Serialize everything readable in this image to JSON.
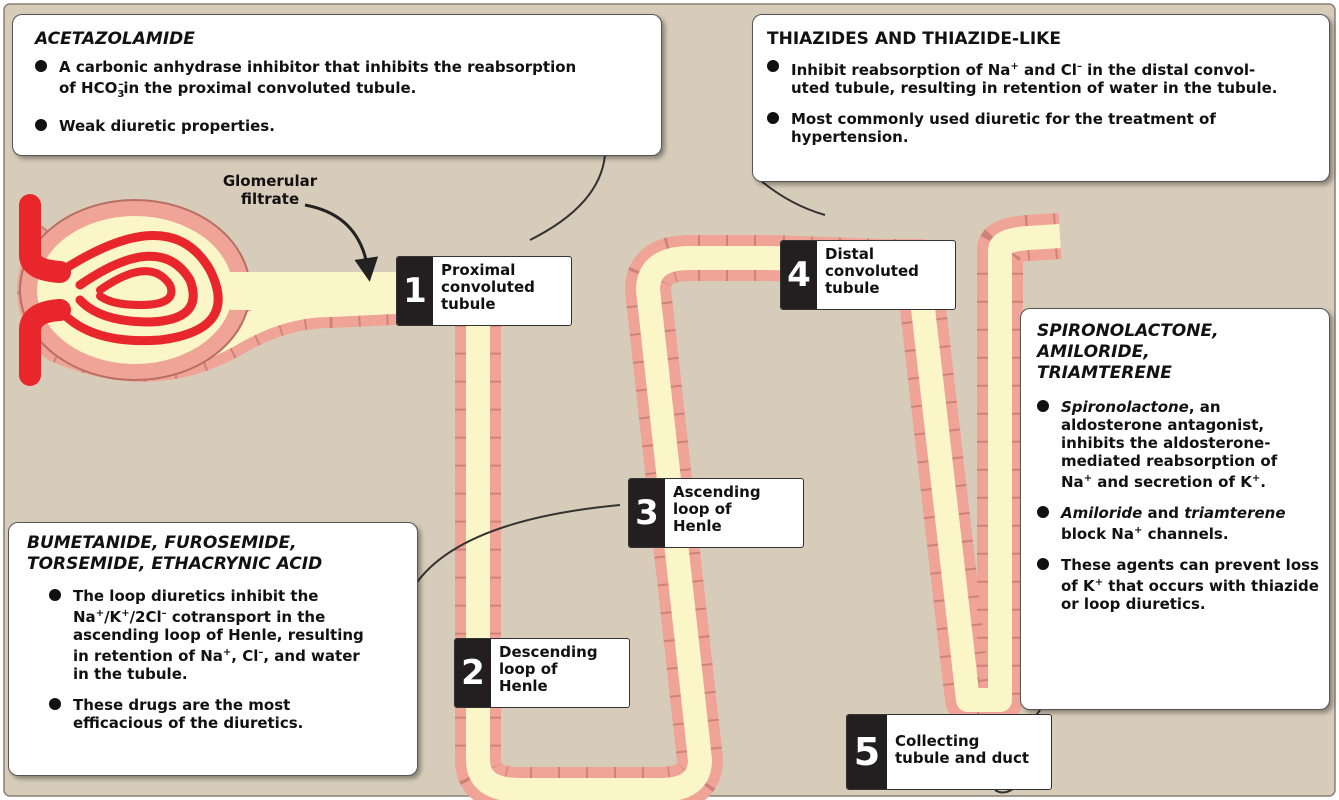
{
  "glomerular_label": [
    "Glomerular",
    "filtrate"
  ],
  "segments": [
    {
      "number": "1",
      "lines": [
        "Proximal",
        "convoluted",
        "tubule"
      ]
    },
    {
      "number": "2",
      "lines": [
        "Descending",
        "loop of",
        "Henle"
      ]
    },
    {
      "number": "3",
      "lines": [
        "Ascending",
        "loop of",
        "Henle"
      ]
    },
    {
      "number": "4",
      "lines": [
        "Distal",
        "convoluted",
        "tubule"
      ]
    },
    {
      "number": "5",
      "lines": [
        "Collecting",
        "tubule and duct"
      ]
    }
  ],
  "callouts": {
    "acetazolamide": {
      "title": "ACETAZOLAMIDE",
      "bullet1": {
        "a": "A carbonic anhydrase inhibitor that inhibits the reabsorption",
        "b": "of HCO",
        "sub": "3",
        "sup": "–",
        "c": "in the proximal convoluted tubule."
      },
      "bullet2": "Weak diuretic properties."
    },
    "thiazides": {
      "title": "THIAZIDES AND THIAZIDE-LIKE",
      "bullet1": {
        "a": "Inhibit reabsorption of Na",
        "sup1": "+",
        "b": " and Cl",
        "sup2": "–",
        "c": " in the distal convol-",
        "d": "uted tubule, resulting in retention of water in the tubule."
      },
      "bullet2": "Most commonly used diuretic for the treatment of hypertension."
    },
    "loop": {
      "title_lines": [
        "BUMETANIDE, FUROSEMIDE,",
        "TORSEMIDE, ETHACRYNIC ACID"
      ],
      "bullet1": {
        "a": "The loop diuretics inhibit the",
        "b": "Na",
        "s1": "+",
        "c": "/K",
        "s2": "+",
        "d": "/2Cl",
        "s3": "–",
        "e": "  cotransport in the",
        "f": "ascending loop of Henle, resulting",
        "g": "in retention of Na",
        "s4": "+",
        "h": ", Cl",
        "s5": "–",
        "i": ", and water",
        "j": "in the tubule."
      },
      "bullet2": "These drugs are the most efficacious of the diuretics."
    },
    "spironolactone": {
      "title_lines": [
        "SPIRONOLACTONE,",
        "AMILORIDE,",
        "TRIAMTERENE"
      ],
      "bullet1": {
        "drug": "Spironolactone",
        "a": ", an aldosterone antagonist, inhibits the aldosterone-mediated reabsorption of Na",
        "s1": "+",
        "b": " and secretion of K",
        "s2": "+",
        "c": "."
      },
      "bullet2": {
        "drug1": "Amiloride",
        "a": " and ",
        "drug2": "triamterene",
        "b": " block Na",
        "s1": "+",
        "c": " channels."
      },
      "bullet3": {
        "a": "These agents can prevent loss of K",
        "s1": "+",
        "b": " that occurs with thiazide or loop diuretics."
      }
    }
  },
  "colors": {
    "background": "#d7cbb9",
    "tubule_wall": "#f0a498",
    "lumen": "#fbf6c7",
    "artery": "#e8262b",
    "callout_bg": "#ffffff",
    "number_bg": "#231f20"
  }
}
